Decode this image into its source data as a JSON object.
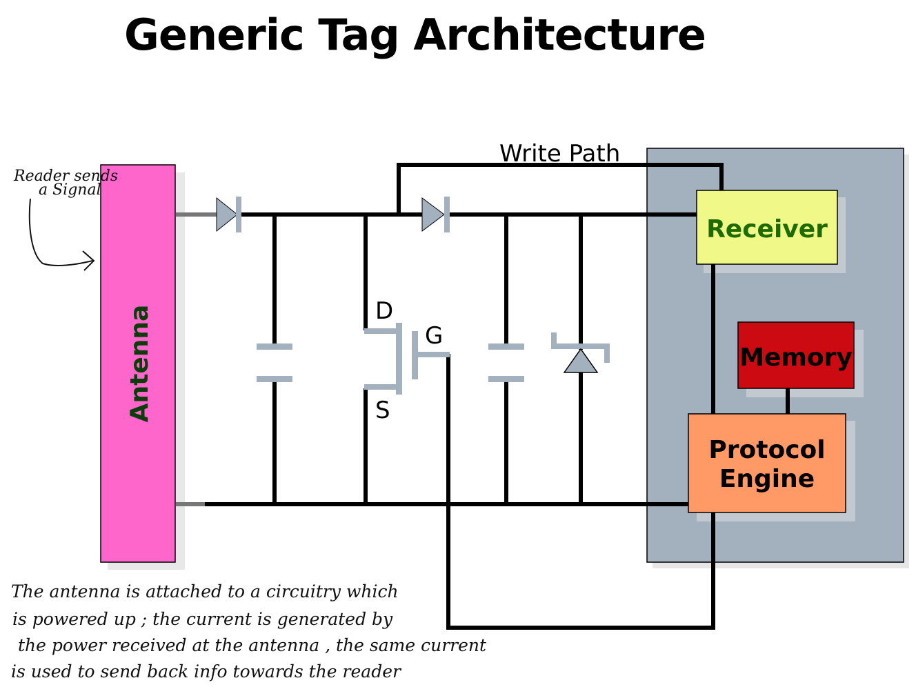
{
  "title": "Generic Tag Architecture",
  "labels": {
    "write_path": "Write Path",
    "drain": "D",
    "gate": "G",
    "source": "S"
  },
  "blocks": {
    "antenna": "Antenna",
    "receiver": "Receiver",
    "memory": "Memory",
    "protocol_engine_line1": "Protocol",
    "protocol_engine_line2": "Engine"
  },
  "annotations": {
    "reader_note_line1": "Reader sends",
    "reader_note_line2": "a Signal",
    "note_line1": "The antenna is attached to a circuitry which",
    "note_line2": "is powered up ; the current is generated by",
    "note_line3": "the power received at the antenna , the same current",
    "note_line4": "is used to send back info towards the reader"
  },
  "colors": {
    "antenna": "#ff66cc",
    "antenna_text": "#0b3d0b",
    "receiver": "#f0f888",
    "receiver_text": "#1e6b00",
    "memory": "#cc0a12",
    "protocol_engine": "#ff9966",
    "chip_panel": "#a3b0be",
    "component": "#a3b0be",
    "wire": "#000000"
  }
}
